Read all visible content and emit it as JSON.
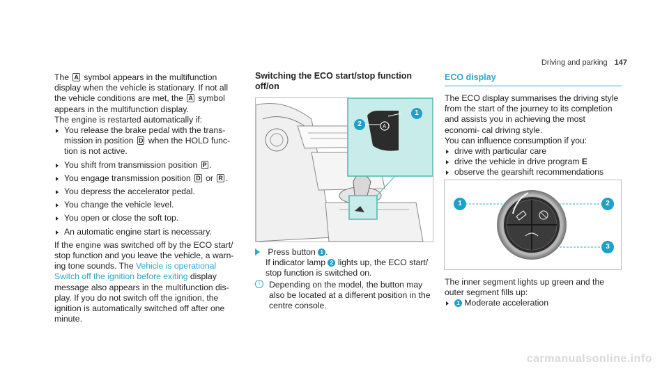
{
  "header": {
    "section": "Driving and parking",
    "page": "147"
  },
  "left": {
    "p1a": "The",
    "sym_eco": "A",
    "p1b": "symbol appears in the multifunction display when the vehicle is stationary. If not all the vehicle conditions are met, the",
    "p1c": "symbol appears in the multifunction display.",
    "p2": "The engine is restarted automatically if:",
    "b1a": "You release the brake pedal with the trans- mission in position",
    "b1b": "when the HOLD func- tion is not active.",
    "b2": "You shift from transmission position",
    "b3a": "You engage transmission position",
    "b3b": "or",
    "b4": "You depress the accelerator pedal.",
    "b5": "You change the vehicle level.",
    "b6": "You open or close the soft top.",
    "b7": "An automatic engine start is necessary.",
    "p3a": "If the engine was switched off by the ECO start/ stop function and you leave the vehicle, a warn- ing tone sounds. The",
    "p3link": "Vehicle is operational Switch off the ignition before exiting",
    "p3b": "display message also appears in the multifunction dis- play. If you do not switch off the ignition, the ignition is automatically switched off after one minute.",
    "sym_d": "D",
    "sym_p": "P",
    "sym_r": "R"
  },
  "middle": {
    "heading": "Switching the ECO start/stop function off/on",
    "step1a": "Press button",
    "step1b": "If indicator lamp",
    "step1c": "lights up, the ECO start/ stop function is switched on.",
    "info": "Depending on the model, the button may also be located at a different position in the centre console.",
    "n1": "1",
    "n2": "2"
  },
  "right": {
    "heading": "ECO display",
    "p1": "The ECO display summarises the driving style from the start of the journey to its completion and assists you in achieving the most economi- cal driving style.",
    "p2": "You can influence consumption if you:",
    "b1": "drive with particular care",
    "b2a": "drive the vehicle in drive program",
    "b2b": "E",
    "b3": "observe the gearshift recommendations",
    "p3": "The inner segment lights up green and the outer segment fills up:",
    "b4": "Moderate acceleration",
    "n1": "1",
    "n2": "2",
    "n3": "3"
  },
  "footer": "carmanualsonline.info",
  "colors": {
    "accent": "#2aa9cf",
    "badge": "#1fa0c8",
    "callout": "#c8ecea"
  }
}
